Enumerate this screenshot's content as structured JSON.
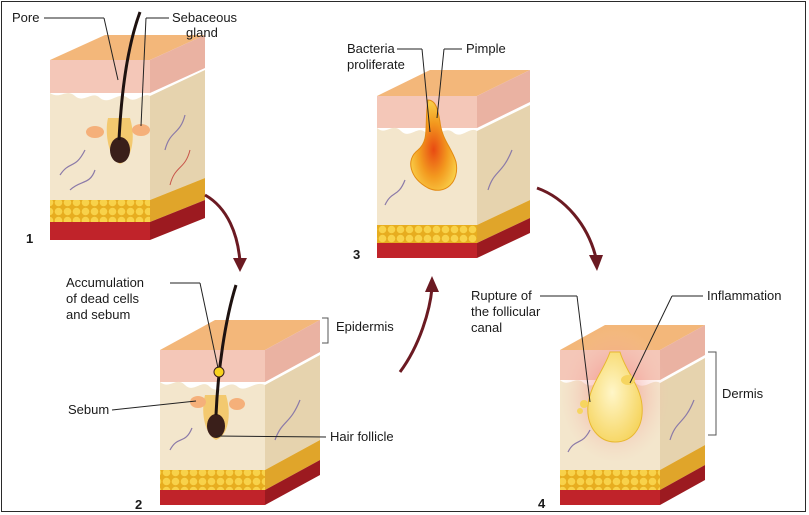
{
  "panels": [
    {
      "number": "1",
      "labels": {
        "pore": "Pore",
        "sebaceous_1": "Sebaceous",
        "sebaceous_2": "gland"
      }
    },
    {
      "number": "2",
      "labels": {
        "accum_1": "Accumulation",
        "accum_2": "of dead cells",
        "accum_3": "and sebum",
        "epidermis": "Epidermis",
        "sebum": "Sebum",
        "hair_follicle": "Hair follicle"
      }
    },
    {
      "number": "3",
      "labels": {
        "bacteria_1": "Bacteria",
        "bacteria_2": "proliferate",
        "pimple": "Pimple"
      }
    },
    {
      "number": "4",
      "labels": {
        "rupture_1": "Rupture of",
        "rupture_2": "the follicular",
        "rupture_3": "canal",
        "inflammation": "Inflammation",
        "dermis": "Dermis"
      }
    }
  ],
  "colors": {
    "skin_top": "#f0b070",
    "skin_top_side": "#e89a55",
    "epidermis": "#f4c7b8",
    "dermis": "#f3e6cc",
    "dermis_side": "#e6d3ae",
    "fat": "#f2c23a",
    "muscle": "#c0232a",
    "arrow": "#6b1a22",
    "sebum": "#f5d05a",
    "pimple": "#f08a1e",
    "inflammation": "#f4a0a0"
  }
}
